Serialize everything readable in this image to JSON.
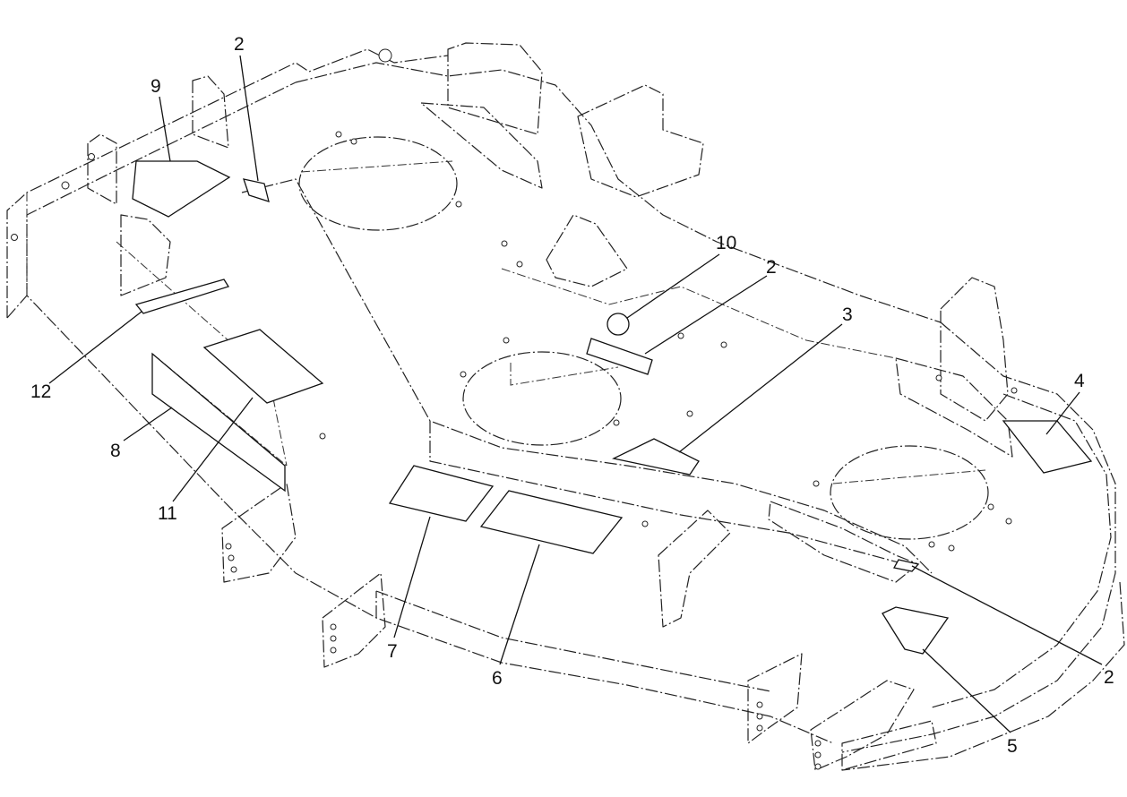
{
  "callouts": [
    {
      "id": "c9a",
      "label": "9"
    },
    {
      "id": "c2a",
      "label": "2"
    },
    {
      "id": "c10",
      "label": "10"
    },
    {
      "id": "c2b",
      "label": "2"
    },
    {
      "id": "c3",
      "label": "3"
    },
    {
      "id": "c4",
      "label": "4"
    },
    {
      "id": "c12",
      "label": "12"
    },
    {
      "id": "c8",
      "label": "8"
    },
    {
      "id": "c11",
      "label": "11"
    },
    {
      "id": "c7",
      "label": "7"
    },
    {
      "id": "c6",
      "label": "6"
    },
    {
      "id": "c5",
      "label": "5"
    },
    {
      "id": "c2c",
      "label": "2"
    }
  ]
}
